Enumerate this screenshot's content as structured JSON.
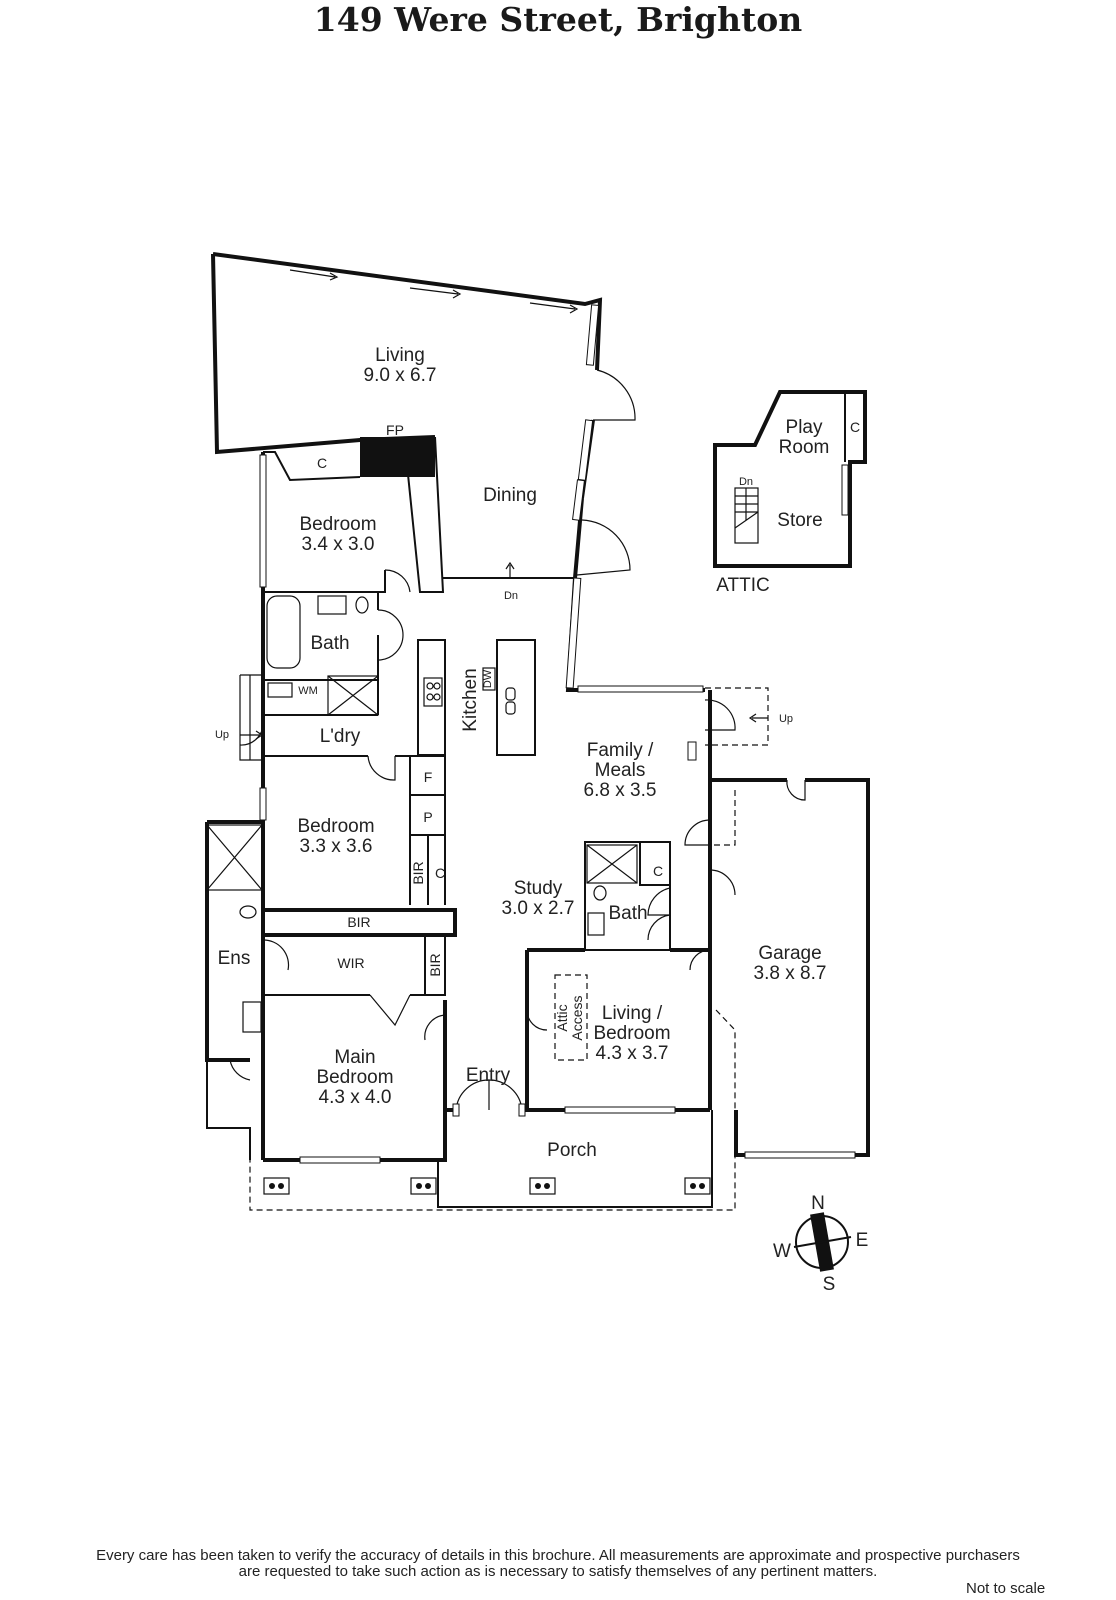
{
  "title": "149 Were Street, Brighton",
  "rooms": {
    "living": {
      "name": "Living",
      "dims": "9.0 x 6.7"
    },
    "fp": "FP",
    "c1": "C",
    "dining": "Dining",
    "bedroom1": {
      "name": "Bedroom",
      "dims": "3.4 x 3.0"
    },
    "bath1": "Bath",
    "wm": "WM",
    "kitchen": "Kitchen",
    "dw": "DW",
    "laundry": "L'dry",
    "up1": "Up",
    "dn1": "Dn",
    "family": {
      "line1": "Family /",
      "line2": "Meals",
      "dims": "6.8 x 3.5"
    },
    "fridge": "F",
    "pantry": "P",
    "bedroom2": {
      "name": "Bedroom",
      "dims": "3.3 x 3.6"
    },
    "bir1": "BIR",
    "c2": "C",
    "bir2": "BIR",
    "study": {
      "name": "Study",
      "dims": "3.0 x 2.7"
    },
    "bath2": "Bath",
    "c3": "C",
    "ens": "Ens",
    "wir": "WIR",
    "bir3": "BIR",
    "garage": {
      "name": "Garage",
      "dims": "3.8 x 8.7"
    },
    "living2": {
      "line1": "Living /",
      "line2": "Bedroom",
      "dims": "4.3 x 3.7"
    },
    "attic_access": {
      "line1": "Attic",
      "line2": "Access"
    },
    "main": {
      "line1": "Main",
      "line2": "Bedroom",
      "dims": "4.3 x 4.0"
    },
    "entry": "Entry",
    "porch": "Porch",
    "up2": "Up",
    "play": {
      "line1": "Play",
      "line2": "Room"
    },
    "c4": "C",
    "store": "Store",
    "dn2": "Dn",
    "attic": "ATTIC"
  },
  "compass": {
    "n": "N",
    "e": "E",
    "s": "S",
    "w": "W"
  },
  "disclaimer": {
    "line1": "Every care has been taken to verify the accuracy of details in this brochure.  All measurements are approximate and prospective purchasers",
    "line2": "are requested to take such action as is necessary to satisfy themselves of any pertinent matters."
  },
  "scale_note": "Not to scale"
}
